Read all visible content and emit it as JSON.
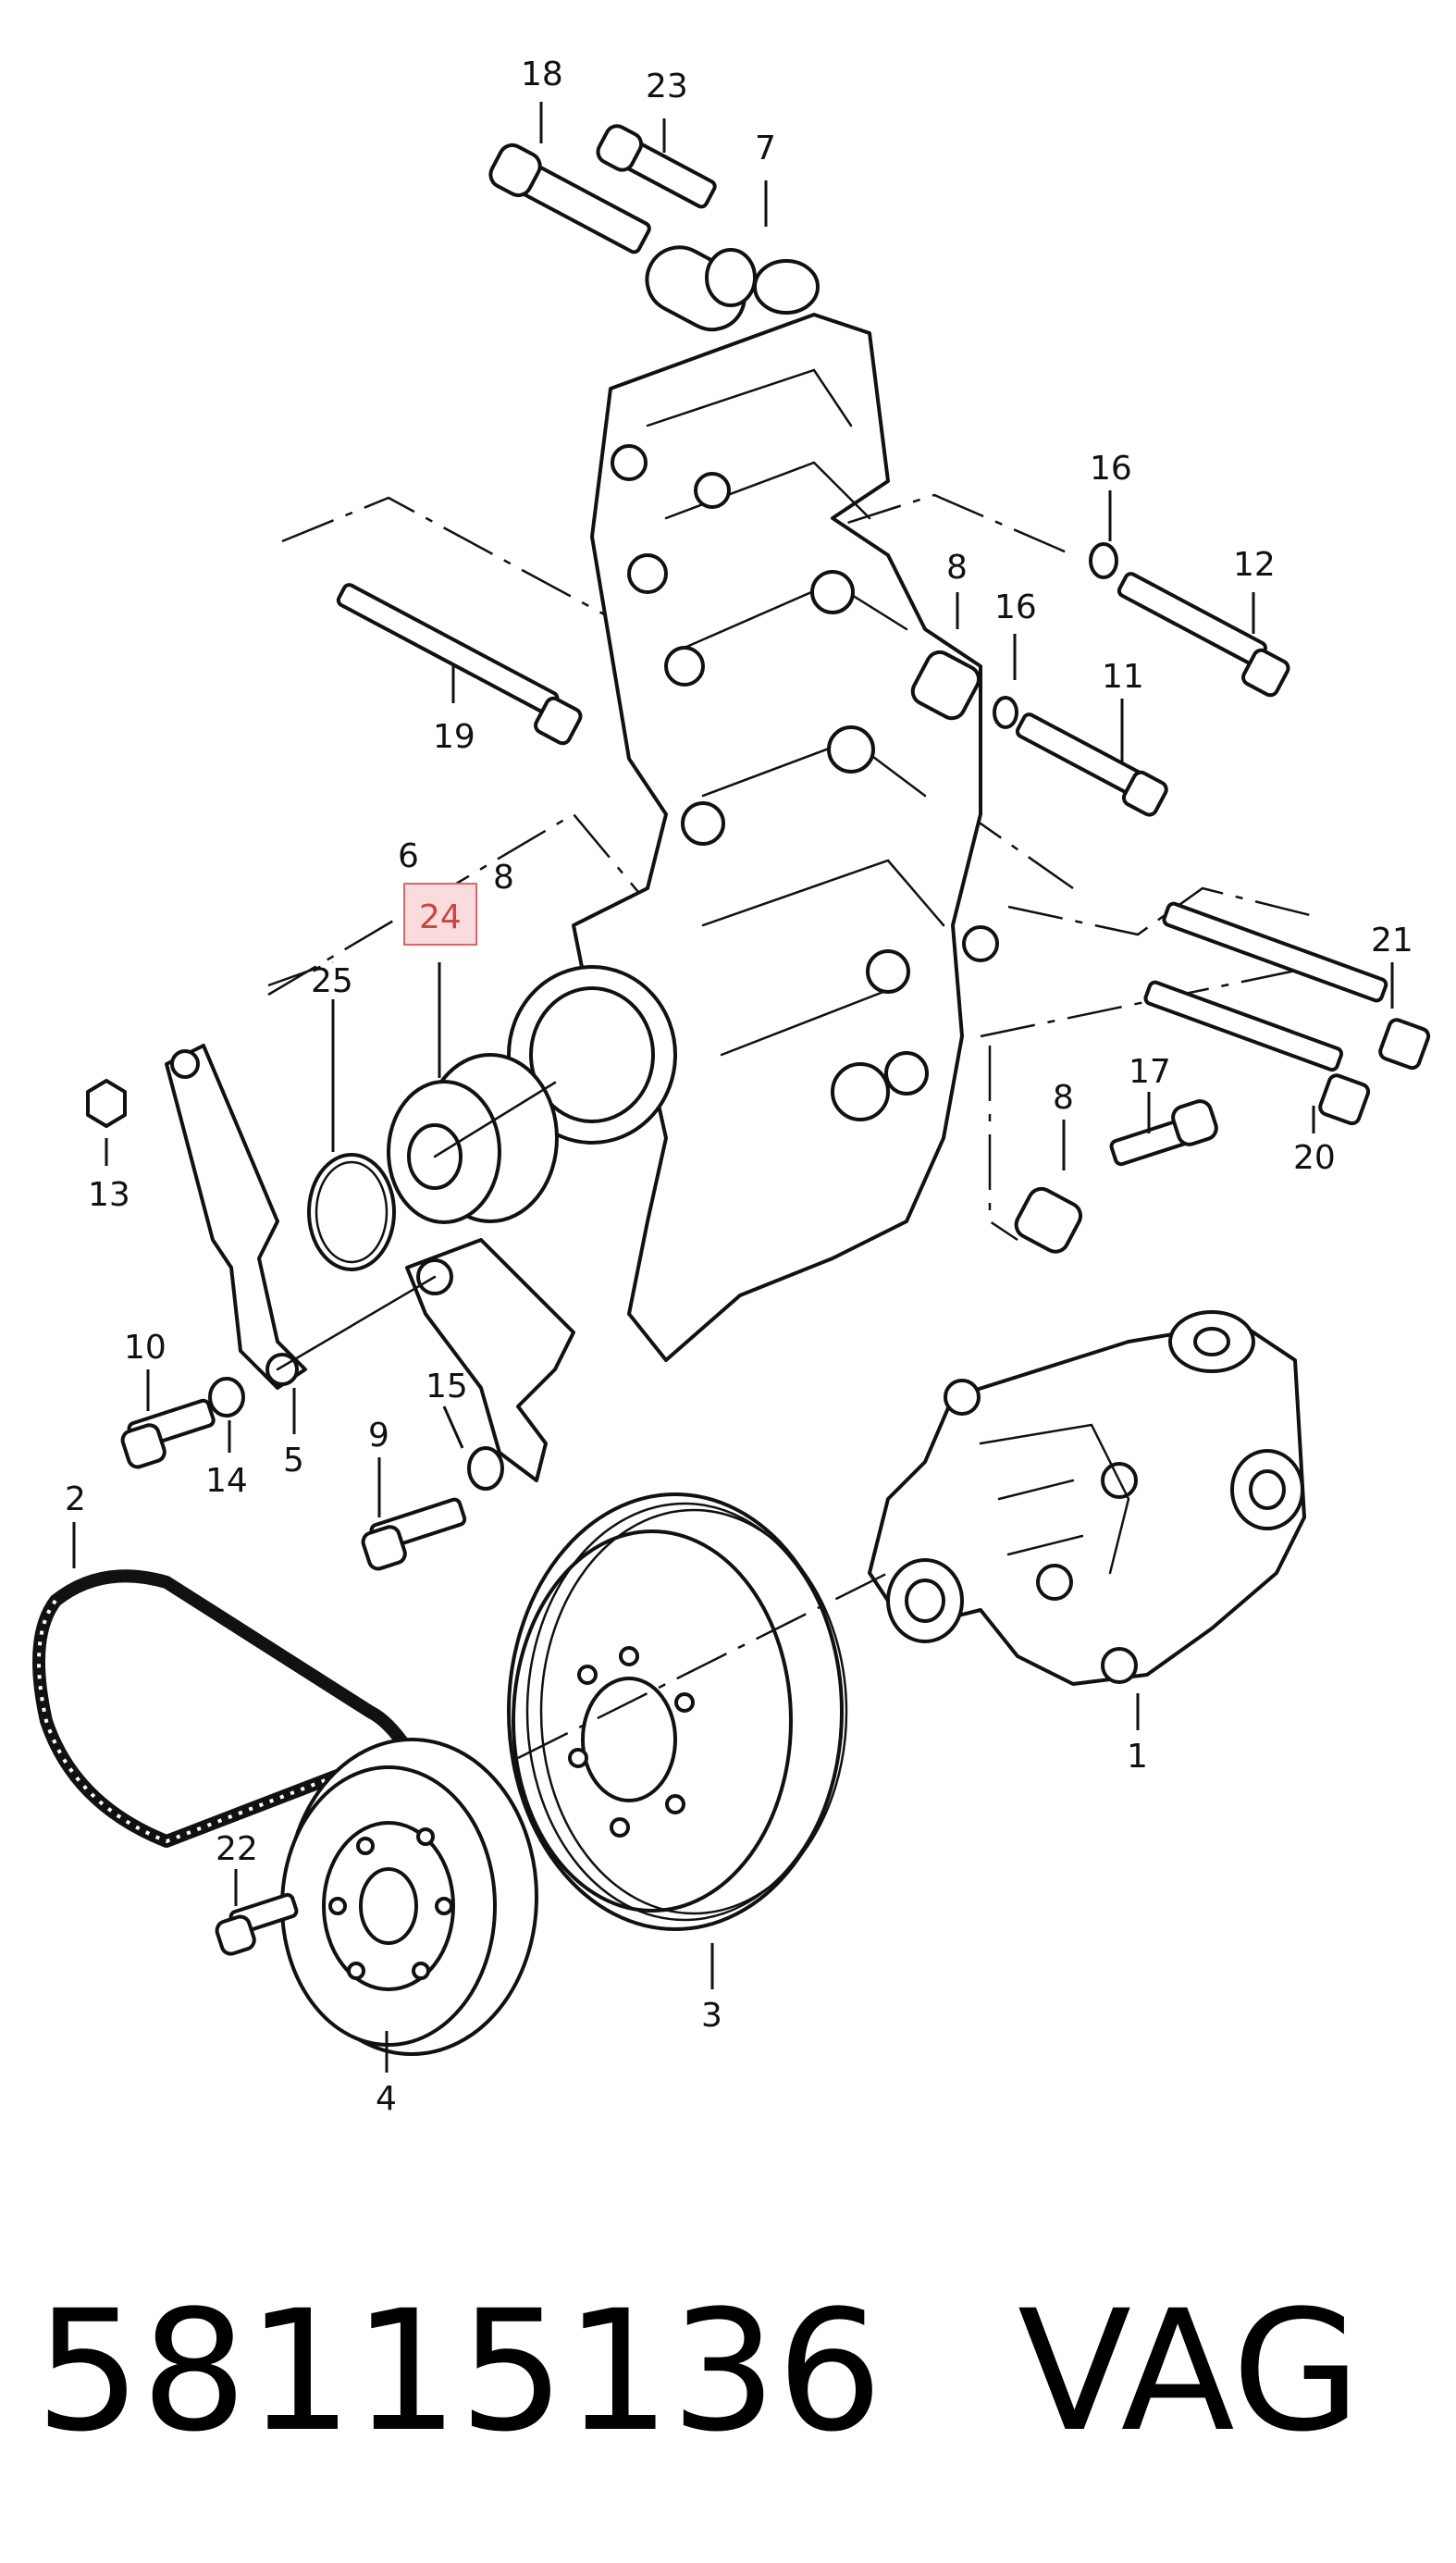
{
  "caption": {
    "part_number": "58115136",
    "brand": "VAG"
  },
  "highlighted_callout": "24",
  "callouts": [
    {
      "id": "c18",
      "text": "18"
    },
    {
      "id": "c23",
      "text": "23"
    },
    {
      "id": "c7",
      "text": "7"
    },
    {
      "id": "c16a",
      "text": "16"
    },
    {
      "id": "c12",
      "text": "12"
    },
    {
      "id": "c8a",
      "text": "8"
    },
    {
      "id": "c16b",
      "text": "16"
    },
    {
      "id": "c11",
      "text": "11"
    },
    {
      "id": "c19",
      "text": "19"
    },
    {
      "id": "c6",
      "text": "6"
    },
    {
      "id": "c8b",
      "text": "8"
    },
    {
      "id": "c24",
      "text": "24"
    },
    {
      "id": "c25",
      "text": "25"
    },
    {
      "id": "c21",
      "text": "21"
    },
    {
      "id": "c13",
      "text": "13"
    },
    {
      "id": "c8c",
      "text": "8"
    },
    {
      "id": "c17",
      "text": "17"
    },
    {
      "id": "c20",
      "text": "20"
    },
    {
      "id": "c10",
      "text": "10"
    },
    {
      "id": "c15",
      "text": "15"
    },
    {
      "id": "c14",
      "text": "14"
    },
    {
      "id": "c5",
      "text": "5"
    },
    {
      "id": "c9",
      "text": "9"
    },
    {
      "id": "c2",
      "text": "2"
    },
    {
      "id": "c1",
      "text": "1"
    },
    {
      "id": "c22",
      "text": "22"
    },
    {
      "id": "c3",
      "text": "3"
    },
    {
      "id": "c4",
      "text": "4"
    }
  ]
}
